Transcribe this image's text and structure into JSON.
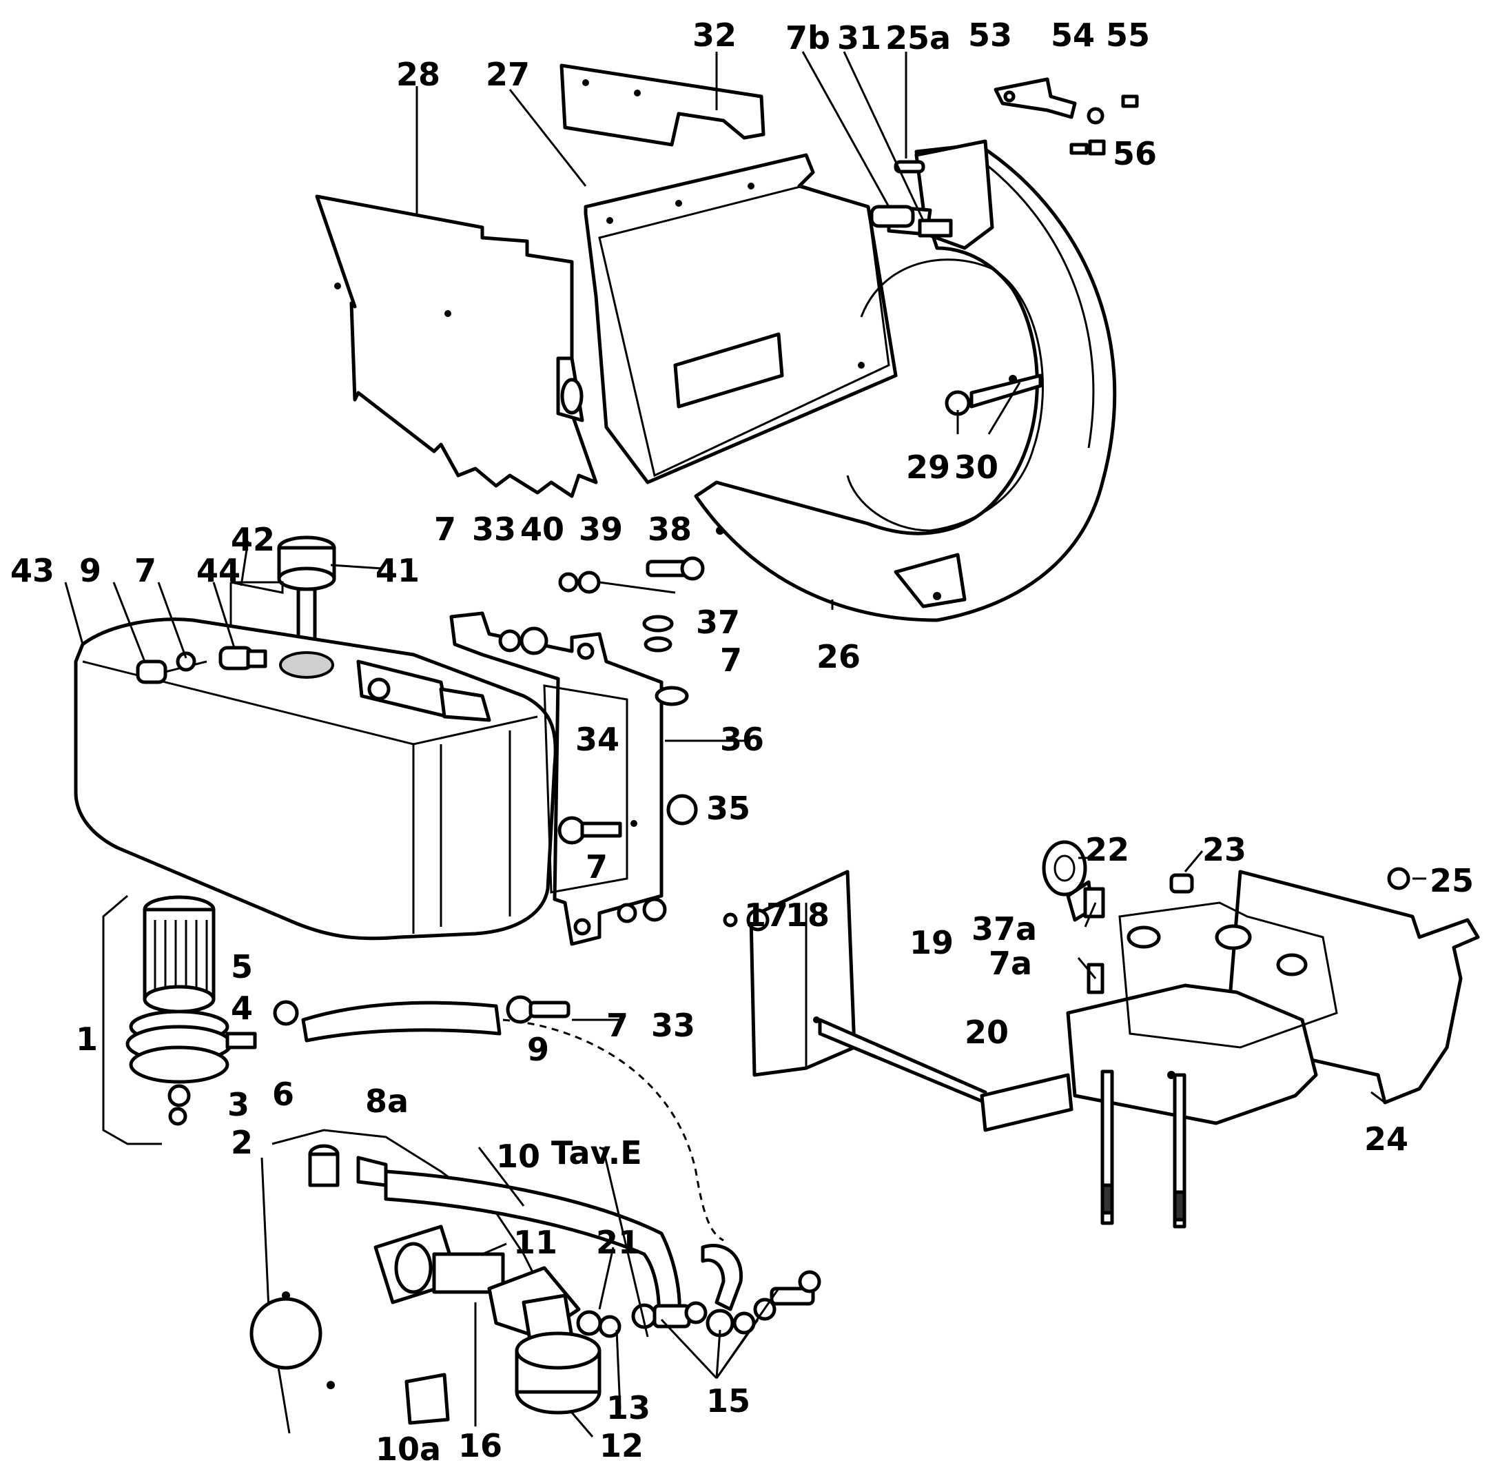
{
  "diagram": {
    "colors": {
      "ink": "#000000",
      "paper": "#ffffff"
    },
    "callouts": {
      "n32": "32",
      "n28": "28",
      "n27": "27",
      "n7b": "7b",
      "n31": "31",
      "n25a": "25a",
      "n53": "53",
      "n54": "54",
      "n55": "55",
      "n56": "56",
      "n29": "29",
      "n30": "30",
      "n26": "26",
      "n43": "43",
      "n9a": "9",
      "n7a": "7",
      "n44": "44",
      "n42": "42",
      "n41": "41",
      "n7c": "7",
      "n33a": "33",
      "n40": "40",
      "n39": "39",
      "n38": "38",
      "n37": "37",
      "n7d": "7",
      "n36": "36",
      "n34": "34",
      "n35": "35",
      "n7e": "7",
      "n5": "5",
      "n4": "4",
      "n1": "1",
      "n6": "6",
      "n3": "3",
      "n2": "2",
      "n8a": "8a",
      "n9b": "9",
      "n7f": "7",
      "n33b": "33",
      "n17": "17",
      "n18": "18",
      "n19": "19",
      "n20": "20",
      "n22": "22",
      "n23": "23",
      "n25": "25",
      "n37a": "37a",
      "n7aa": "7a",
      "n24": "24",
      "n10": "10",
      "tavE": "Tav.E",
      "n11": "11",
      "n21": "21",
      "n13": "13",
      "n15": "15",
      "n16": "16",
      "n12": "12",
      "n10a": "10a"
    }
  }
}
